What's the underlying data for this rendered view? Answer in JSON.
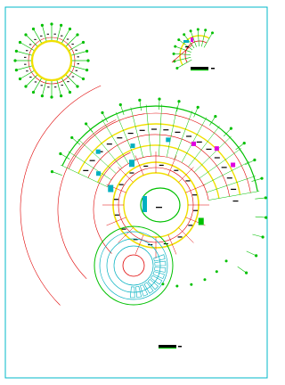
{
  "drawing": {
    "colors": {
      "background": "#ffffff",
      "frame": "#00b8c8",
      "axis_line": "#e00000",
      "wall_yellow": "#f0e000",
      "wall_green": "#00c000",
      "wall_cyan": "#00b0c0",
      "accent_magenta": "#e000e0",
      "dim_black": "#000000",
      "node_green": "#00c000"
    },
    "views": {
      "top_left_circle": {
        "spokes": 24
      },
      "top_right_fan_detail": {
        "spokes": 10
      },
      "main_plan": {
        "outer_ring_columns": 20,
        "left_wing_rays": 10,
        "left_wing_rows": 12,
        "lower_rotunda_spokes": 24,
        "center_oval": "courtyard"
      }
    }
  }
}
